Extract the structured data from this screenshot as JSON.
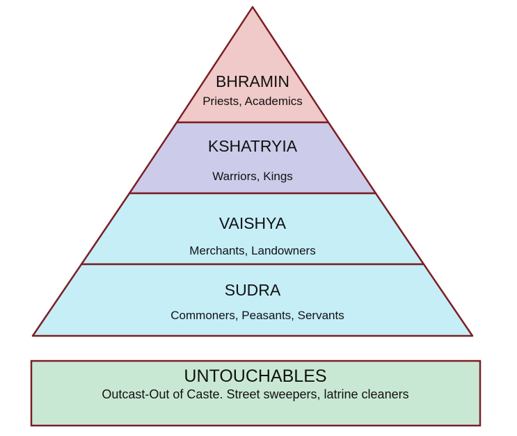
{
  "tiers": [
    {
      "title": "BHRAMIN",
      "description": "Priests, Academics",
      "color": "#f0c9c9"
    },
    {
      "title": "KSHATRYIA",
      "description": "Warriors, Kings",
      "color": "#ccccea"
    },
    {
      "title": "VAISHYA",
      "description": "Merchants, Landowners",
      "color": "#c5eef7"
    },
    {
      "title": "SUDRA",
      "description": "Commoners, Peasants, Servants",
      "color": "#c5eef7"
    }
  ],
  "outside": {
    "title": "UNTOUCHABLES",
    "description": "Outcast-Out of Caste. Street sweepers, latrine cleaners",
    "color": "#c9e8d3"
  },
  "colors": {
    "outline": "#7a1f24"
  }
}
